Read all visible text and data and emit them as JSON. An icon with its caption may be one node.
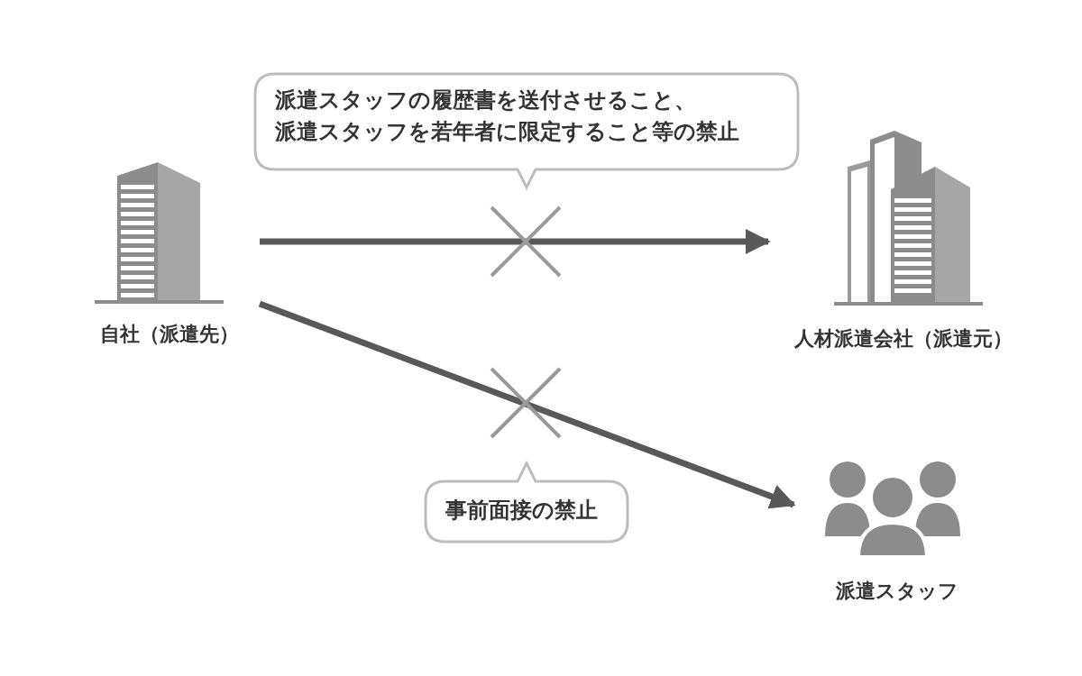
{
  "diagram": {
    "nodes": [
      {
        "text": [
          "自社（派遣先）"
        ]
      },
      {
        "text": [
          "人材派遣会社（派遣元）"
        ]
      },
      {
        "text": [
          "派遣スタッフ"
        ]
      },
      {
        "text": [
          "派遣スタッフの履歴書を送付させること、派遣スタッフを若年者に限定すること等の禁止"
        ]
      },
      {
        "text": [
          "事前面接の禁止"
        ]
      }
    ],
    "edges": [
      {
        "from": 0,
        "to": 1,
        "arrow": "to"
      },
      {
        "from": 0,
        "to": 2,
        "arrow": "to"
      }
    ]
  }
}
